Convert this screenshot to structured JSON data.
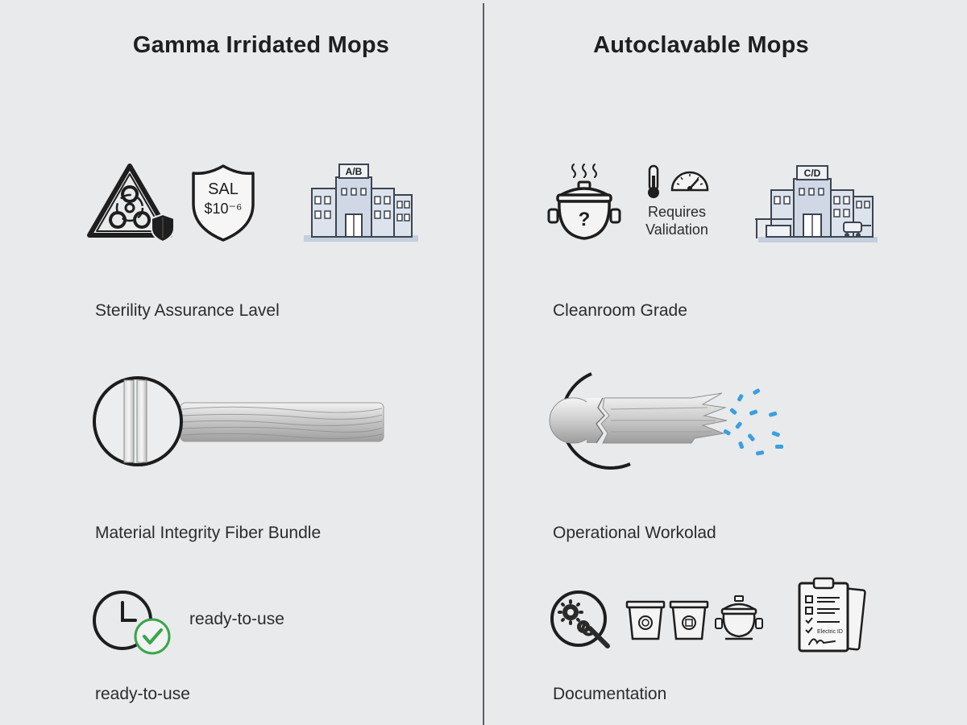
{
  "left": {
    "title": "Gamma Irridated Mops",
    "sal_badge": {
      "line1": "SAL",
      "line2": "$10⁻⁶"
    },
    "building_grade": "A/B",
    "label_sterility": "Sterility Assurance Lavel",
    "label_material": "Material Integrity Fiber Bundle",
    "ready_text": "ready-to-use",
    "label_ready": "ready-to-use"
  },
  "right": {
    "title": "Autoclavable Mops",
    "requires_line1": "Requires",
    "requires_line2": "Validation",
    "building_grade": "C/D",
    "label_cleanroom": "Cleanroom Grade",
    "label_workload": "Operational Workolad",
    "clipboard_text": "Electric ID",
    "label_documentation": "Documentation"
  },
  "colors": {
    "background": "#e9eaec",
    "divider": "#5c5f63",
    "check_green": "#3aa54a",
    "particle_blue": "#3a9fe0",
    "building_blue": "#b8c6d8"
  },
  "icons": [
    "biohazard-shield-icon",
    "sal-shield-icon",
    "cleanroom-building-icon",
    "autoclave-question-icon",
    "thermometer-icon",
    "pressure-gauge-icon",
    "fiber-bundle-magnified-icon",
    "broken-fiber-particles-icon",
    "clock-check-icon",
    "gears-wrench-icon",
    "laundry-bin-icon",
    "clipboard-checklist-icon"
  ]
}
